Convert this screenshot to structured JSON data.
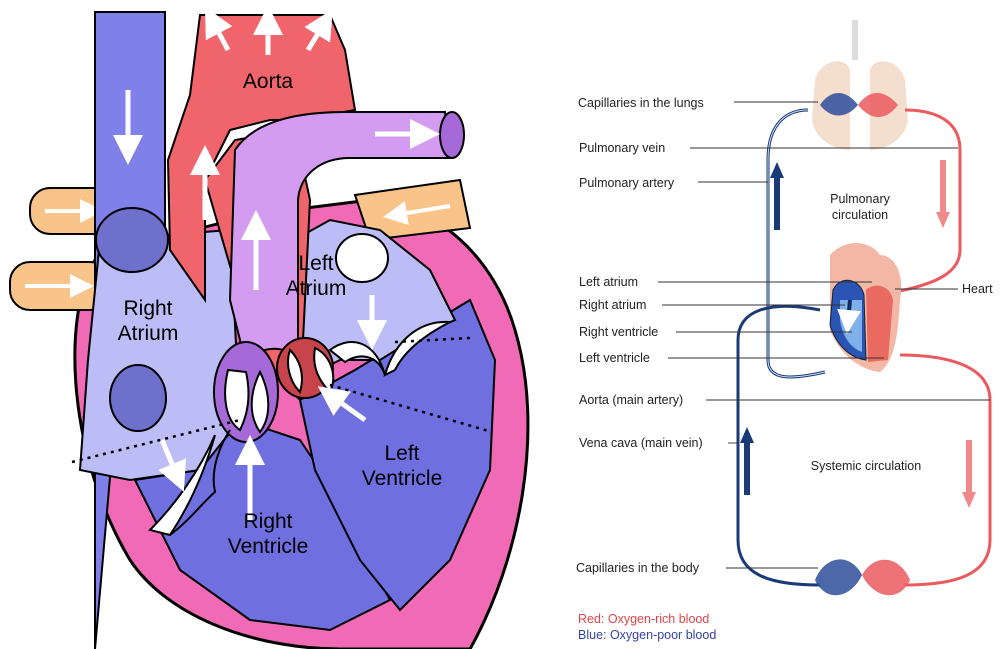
{
  "colors": {
    "vein_blue": "#8080ea",
    "atrium_light": "#bcbcf6",
    "ventricle_blue": "#6f6fe0",
    "aorta_red": "#f0646c",
    "pulmonary_purple": "#d39cf0",
    "pericardium_pink": "#f06ab6",
    "pulmonary_vein_tan": "#f8c48a",
    "oxygen_rich": "#e0454a",
    "oxygen_poor": "#1a3a78"
  },
  "heart": {
    "labels": {
      "aorta": "Aorta",
      "right_atrium_1": "Right",
      "right_atrium_2": "Atrium",
      "left_atrium_1": "Left",
      "left_atrium_2": "Atrium",
      "left_ventricle_1": "Left",
      "left_ventricle_2": "Ventricle",
      "right_ventricle_1": "Right",
      "right_ventricle_2": "Ventricle"
    }
  },
  "circulation": {
    "labels": {
      "capillaries_lungs": "Capillaries in the lungs",
      "pulmonary_vein": "Pulmonary vein",
      "pulmonary_artery": "Pulmonary artery",
      "left_atrium": "Left atrium",
      "right_atrium": "Right atrium",
      "right_ventricle": "Right ventricle",
      "left_ventricle": "Left ventricle",
      "aorta": "Aorta (main artery)",
      "vena_cava": "Vena cava (main vein)",
      "capillaries_body": "Capillaries in the body",
      "heart": "Heart"
    },
    "pulmonary_circulation_1": "Pulmonary",
    "pulmonary_circulation_2": "circulation",
    "systemic_circulation": "Systemic circulation",
    "legend": {
      "red": "Red: Oxygen-rich blood",
      "blue": "Blue: Oxygen-poor blood"
    }
  }
}
